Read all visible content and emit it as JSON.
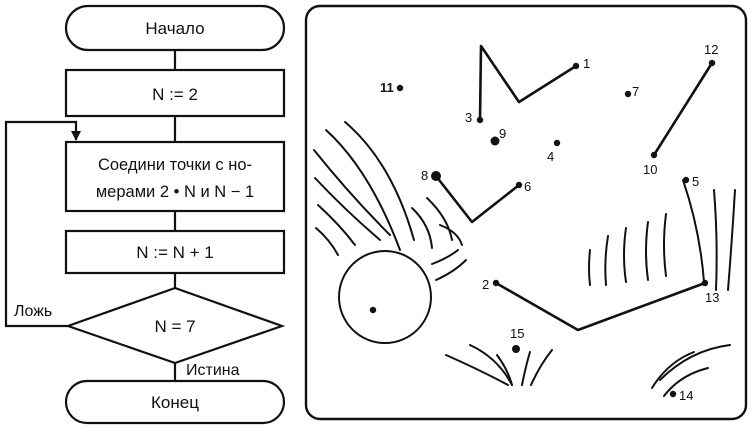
{
  "flowchart": {
    "start_label": "Начало",
    "init_label": "N := 2",
    "action_line1": "Соедини точки с но-",
    "action_line2": "мерами 2 • N и N − 1",
    "increment_label": "N := N + 1",
    "condition_label": "N = 7",
    "false_label": "Ложь",
    "true_label": "Истина",
    "end_label": "Конец"
  },
  "puzzle": {
    "points": [
      {
        "label": "1"
      },
      {
        "label": "2"
      },
      {
        "label": "3"
      },
      {
        "label": "4"
      },
      {
        "label": "5"
      },
      {
        "label": "6"
      },
      {
        "label": "7"
      },
      {
        "label": "8"
      },
      {
        "label": "9"
      },
      {
        "label": "10"
      },
      {
        "label": "11"
      },
      {
        "label": "12"
      },
      {
        "label": "13"
      },
      {
        "label": "14"
      },
      {
        "label": "15"
      }
    ]
  }
}
